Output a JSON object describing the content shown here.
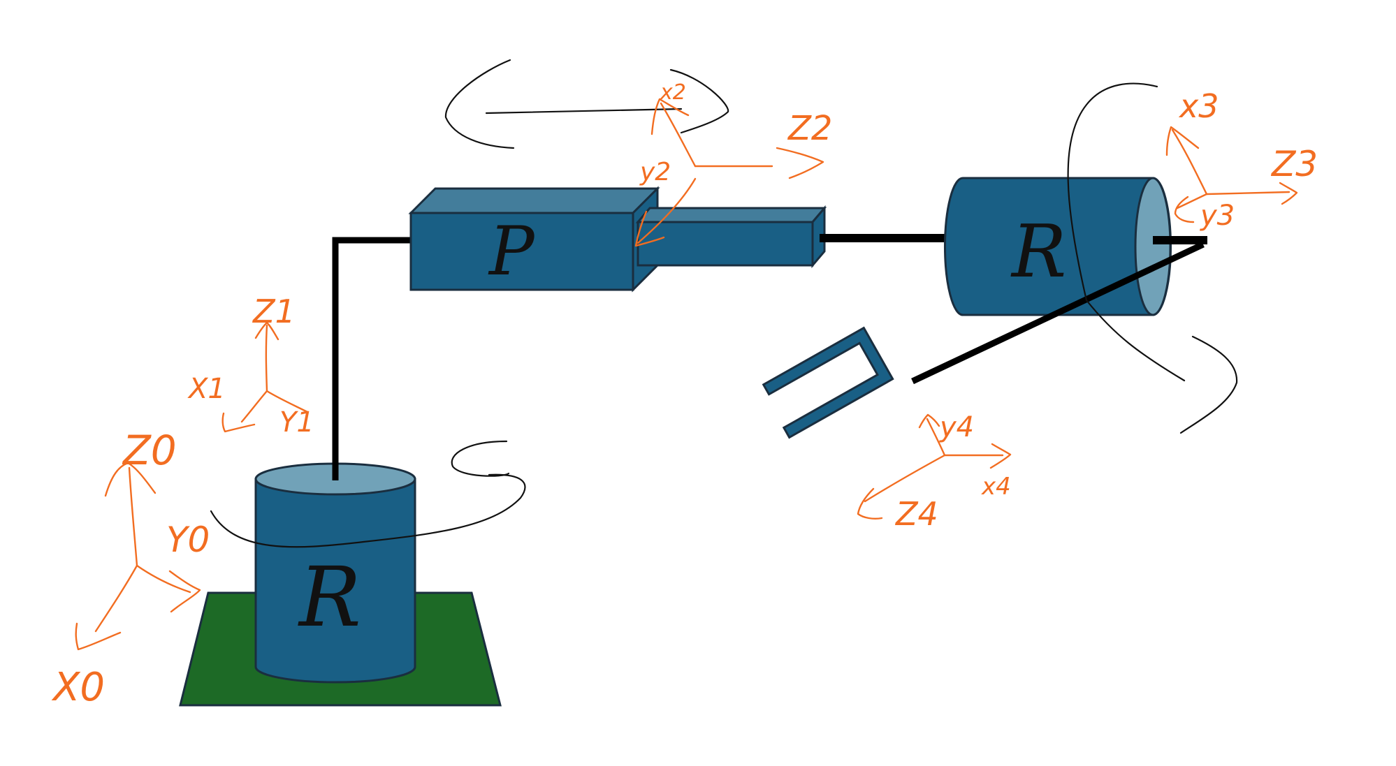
{
  "colors": {
    "body": "#195f85",
    "body_top": "#437d9b",
    "body_light": "#71a2b8",
    "edge": "#1a2e3f",
    "base_plate": "#1d6a26",
    "link": "#000000",
    "frame_axis": "#f26d21",
    "ink": "#111111"
  },
  "joints": {
    "joint1": "R",
    "joint2": "P",
    "joint3": "R"
  },
  "frames": {
    "frame0": {
      "z": "Z0",
      "y": "Y0",
      "x": "X0"
    },
    "frame1": {
      "z": "Z1",
      "x": "X1",
      "y": "Y1"
    },
    "frame2": {
      "x": "x2",
      "y": "y2",
      "z": "Z2"
    },
    "frame3": {
      "x": "x3",
      "z": "Z3",
      "y": "y3"
    },
    "frame4": {
      "y": "y4",
      "x": "x4",
      "z": "Z4"
    }
  }
}
